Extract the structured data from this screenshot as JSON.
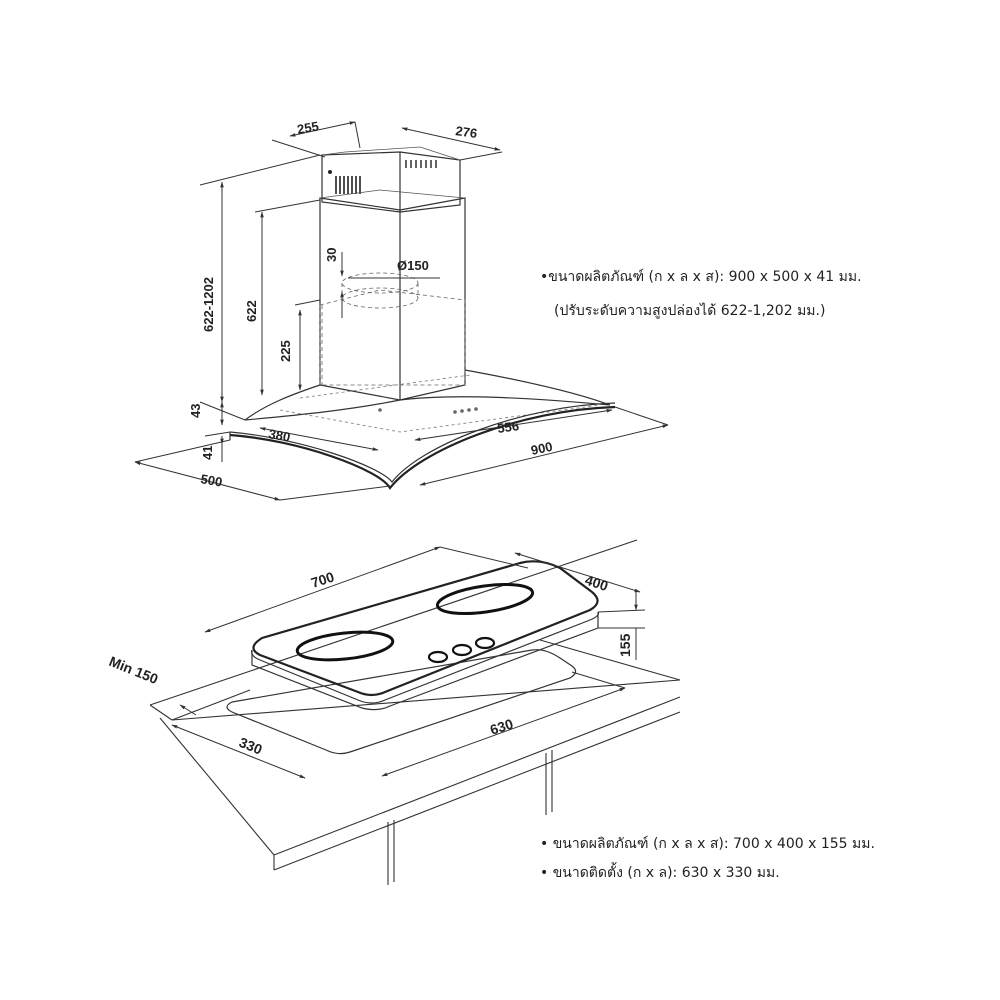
{
  "hood": {
    "spec": "•ขนาดผลิตภัณฑ์ (ก x ล x ส): 900 x 500 x 41 มม.",
    "note": "(ปรับระดับความสูงปล่องได้ 622-1,202 มม.)",
    "dims": {
      "chimney_width": "255",
      "chimney_depth": "276",
      "height_range": "622-1202",
      "height_min": "622",
      "chimney_top_gap": "30",
      "duct_diameter": "Ø150",
      "body_height": "225",
      "canopy_height": "43",
      "glass_thickness": "41",
      "depth": "500",
      "inner_depth": "380",
      "inner_width": "556",
      "width": "900"
    }
  },
  "hob": {
    "spec": "•  ขนาดผลิตภัณฑ์ (ก x ล x ส): 700 x 400 x 155 มม.",
    "install": "•  ขนาดติดตั้ง (ก x ล): 630 x 330 มม.",
    "dims": {
      "width": "700",
      "depth": "400",
      "height": "155",
      "min_clearance": "Min 150",
      "cutout_width": "630",
      "cutout_depth": "330"
    }
  }
}
